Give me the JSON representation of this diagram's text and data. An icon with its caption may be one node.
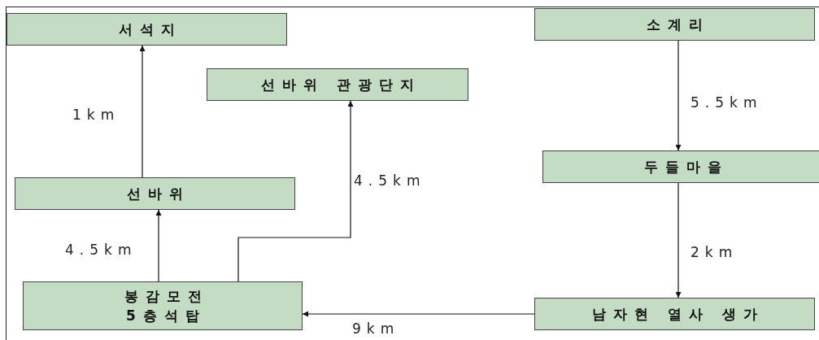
{
  "diagram": {
    "nodes": [
      {
        "text": [
          "서석지"
        ]
      },
      {
        "text": [
          "선바위 관광단지"
        ]
      },
      {
        "text": [
          "선바위"
        ]
      },
      {
        "text": [
          "봉감모전 5층석탑"
        ]
      },
      {
        "text": [
          "소계리"
        ]
      },
      {
        "text": [
          "두들마을"
        ]
      },
      {
        "text": [
          "남자현 열사 생가"
        ]
      }
    ],
    "edges": [
      {
        "from": 2,
        "to": 0,
        "arrow": "to",
        "label": "1km"
      },
      {
        "from": 3,
        "to": 2,
        "arrow": "to",
        "label": "4.5km"
      },
      {
        "from": 3,
        "to": 1,
        "arrow": "to",
        "label": "4.5km"
      },
      {
        "from": 4,
        "to": 5,
        "arrow": "to",
        "label": "5.5km"
      },
      {
        "from": 5,
        "to": 6,
        "arrow": "to",
        "label": "2km"
      },
      {
        "from": 6,
        "to": 3,
        "arrow": "to",
        "label": "9km"
      }
    ]
  }
}
